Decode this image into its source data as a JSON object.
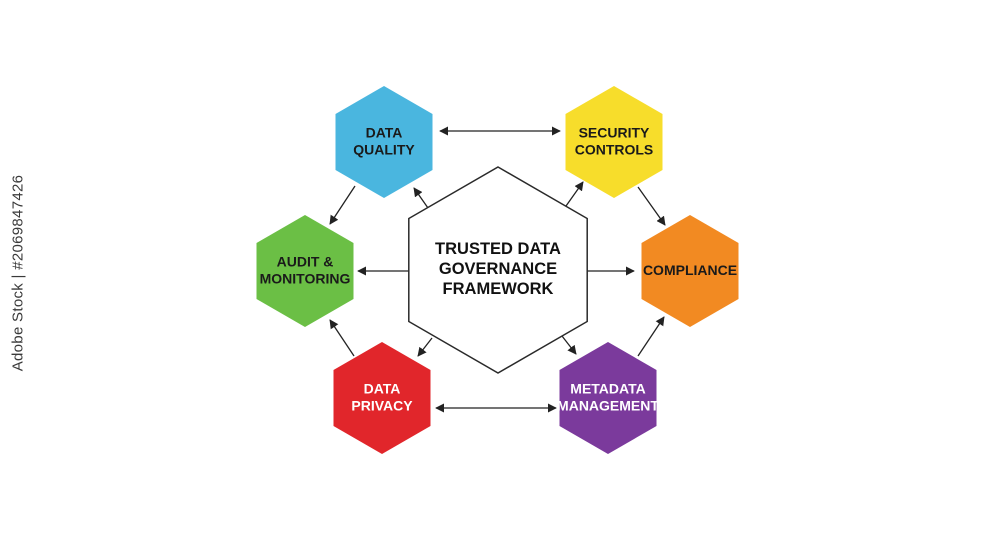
{
  "center": {
    "lines": [
      "TRUSTED DATA",
      "GOVERNANCE",
      "FRAMEWORK"
    ]
  },
  "nodes": [
    {
      "id": "data-quality",
      "lines": [
        "DATA",
        "QUALITY"
      ],
      "color": "#4ab6df",
      "text_color": "#1a1a1a"
    },
    {
      "id": "security-controls",
      "lines": [
        "SECURITY",
        "CONTROLS"
      ],
      "color": "#f7dd2b",
      "text_color": "#1a1a1a"
    },
    {
      "id": "compliance",
      "lines": [
        "COMPLIANCE"
      ],
      "color": "#f28a22",
      "text_color": "#1a1a1a"
    },
    {
      "id": "metadata-management",
      "lines": [
        "METADATA",
        "MANAGEMENT"
      ],
      "color": "#7b3a9c",
      "text_color": "#ffffff"
    },
    {
      "id": "data-privacy",
      "lines": [
        "DATA",
        "PRIVACY"
      ],
      "color": "#e1262b",
      "text_color": "#ffffff"
    },
    {
      "id": "audit-monitoring",
      "lines": [
        "AUDIT &",
        "MONITORING"
      ],
      "color": "#6bbf45",
      "text_color": "#1a1a1a"
    }
  ],
  "side_text": "Adobe Stock | #2069847426"
}
